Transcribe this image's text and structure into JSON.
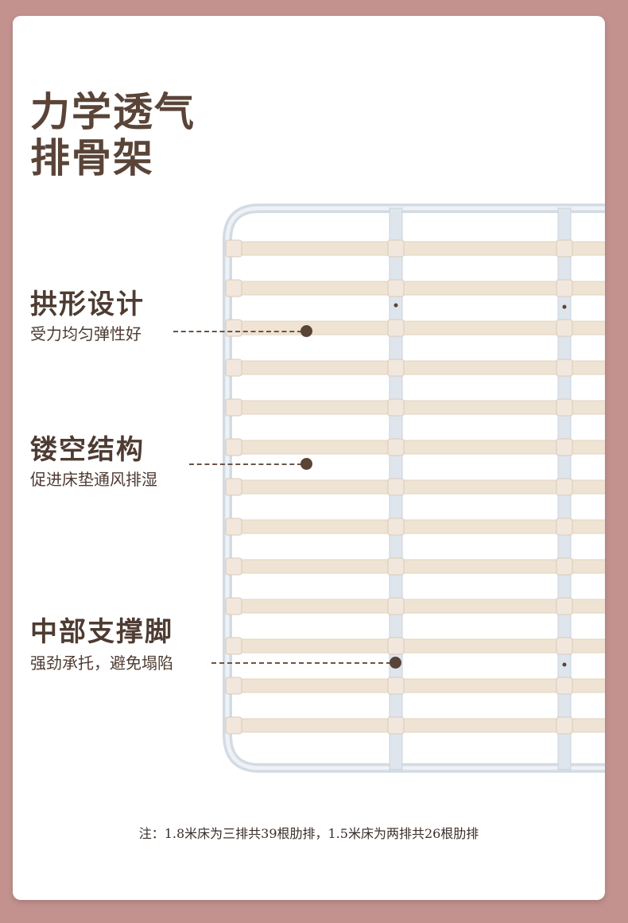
{
  "headline": {
    "line1": "力学透气",
    "line2": "排骨架"
  },
  "features": [
    {
      "title": "拱形设计",
      "subtitle": "受力均匀弹性好"
    },
    {
      "title": "镂空结构",
      "subtitle": "促进床垫通风排湿"
    },
    {
      "title": "中部支撑脚",
      "subtitle": "强劲承托，避免塌陷"
    }
  ],
  "note": "注：1.8米床为三排共39根肋排，1.5米床为两排共26根肋排",
  "colors": {
    "background": "#c3928f",
    "card": "#ffffff",
    "text": "#4e3b32",
    "slat": "#efe3d4",
    "frame": "#dfe5ec"
  }
}
